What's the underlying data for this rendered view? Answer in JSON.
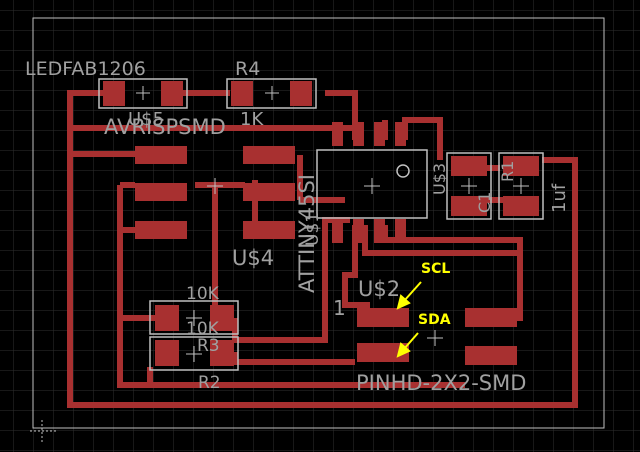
{
  "board": {
    "colors": {
      "background": "#000000",
      "grid": "#2f2f2f",
      "outline": "#c0c0c0",
      "copper": "#a83030",
      "label": "#a0a0a0",
      "annotation": "#ffff00",
      "silk": "#c0c0c0"
    }
  },
  "labels": {
    "ledfab": "LEDFAB1206",
    "r4": "R4",
    "u5": "U$5",
    "one_k": "1K",
    "avrispsmd": "AVRISPSMD",
    "u4": "U$4",
    "attiny": "ATTINY45SI",
    "u1": "U$1",
    "u3": "U$3",
    "c1": "C1",
    "r1": "R1",
    "uf": "1uf",
    "ten_k_top": "10K",
    "ten_k_bottom": "10K",
    "r3": "R3",
    "r2": "R2",
    "u2": "U$2",
    "pin1": "1",
    "pinhd": "PINHD-2X2-SMD",
    "scl": "SCL",
    "sda": "SDA"
  },
  "icons": {
    "origin": "origin-cross-icon",
    "arrow": "arrow-icon"
  }
}
